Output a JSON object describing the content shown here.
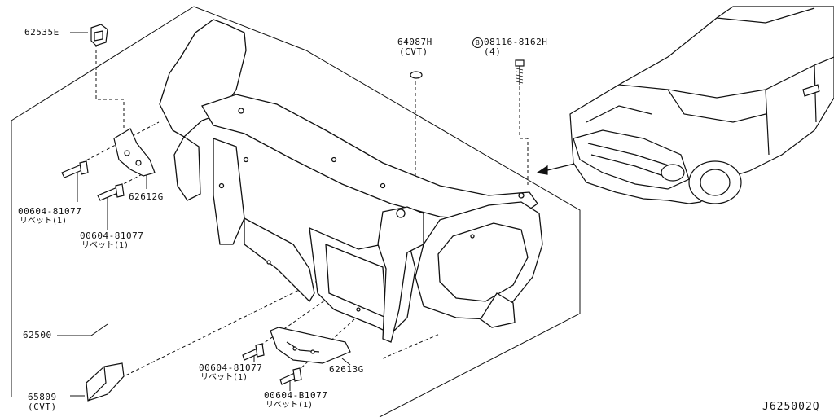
{
  "callouts": {
    "p62535e": "62535E",
    "p64087h": "64087H",
    "p64087h_note": "(CVT)",
    "bolt_marker": "B",
    "p08116": "08116-8162H",
    "p08116_qty": "(4)",
    "rivet_a": "00604-81077",
    "rivet_a_note": "リベット(1)",
    "rivet_b": "00604-81077",
    "rivet_b_note": "リベット(1)",
    "p62612g": "62612G",
    "p62500": "62500",
    "rivet_c": "00604-81077",
    "rivet_c_note": "リベット(1)",
    "p62613g": "62613G",
    "rivet_d": "00604-B1077",
    "rivet_d_note": "リベット(1)",
    "p65809": "65809",
    "p65809_note": "(CVT)",
    "diagram_code": "J625002Q"
  },
  "colors": {
    "line": "#111111",
    "background": "#ffffff"
  }
}
